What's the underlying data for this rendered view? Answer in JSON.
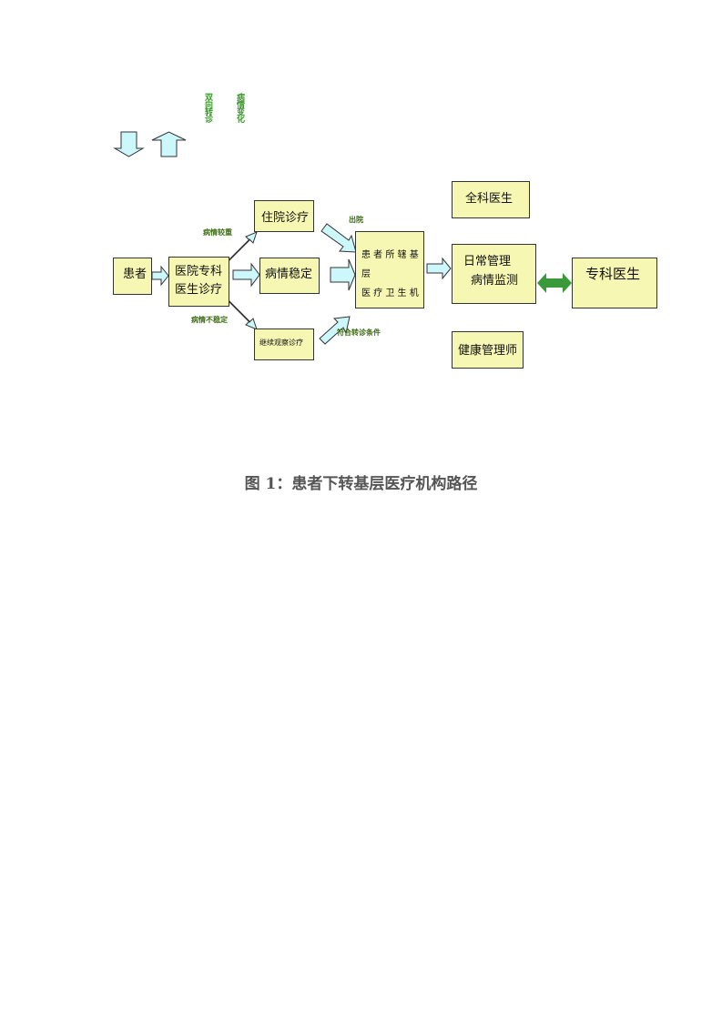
{
  "legend": {
    "down_label": "双向转诊",
    "up_label": "病情变化"
  },
  "nodes": {
    "patient": "患者",
    "specialist_hospital": [
      "医院专科",
      "医生诊疗"
    ],
    "inpatient": "住院诊疗",
    "stable": "病情稳定",
    "observe": "继续观察诊疗",
    "primary_care": [
      "患 者 所 辖 基",
      "层",
      "医 疗 卫 生 机"
    ],
    "daily": [
      "日常管理",
      "病情监测"
    ],
    "gp": "全科医生",
    "health_manager": "健康管理师",
    "specialist": "专科医生"
  },
  "edge_labels": {
    "severe": "病情较重",
    "unstable": "病情不稳定",
    "discharge": "出院",
    "criteria": "符合转诊条件"
  },
  "caption": "图 1：患者下转基层医疗机构路径",
  "colors": {
    "box": "#f7f7b4",
    "arrow": "#ccf7fb",
    "green_arrow": "#3a9a3a",
    "label": "#3a6b10"
  }
}
